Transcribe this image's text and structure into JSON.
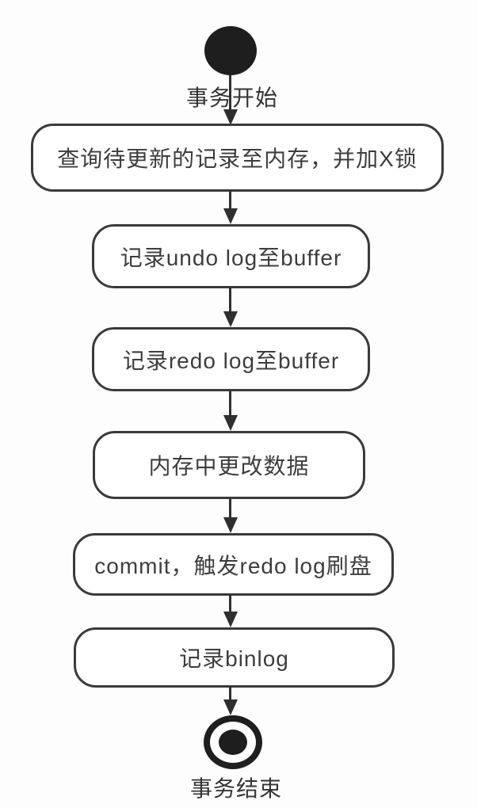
{
  "diagram": {
    "start": {
      "label": "事务开始"
    },
    "end": {
      "label": "事务结束"
    },
    "nodes": [
      {
        "label": "查询待更新的记录至内存，并加X锁"
      },
      {
        "label": "记录undo log至buffer"
      },
      {
        "label": "记录redo log至buffer"
      },
      {
        "label": "内存中更改数据"
      },
      {
        "label": "commit，触发redo log刷盘"
      },
      {
        "label": "记录binlog"
      }
    ],
    "colors": {
      "stroke": "#3a3a3a",
      "node_fill": "#ffffff",
      "terminal_fill": "#1e1e1e",
      "text": "#3d3d3d",
      "background": "#fdfdfd"
    }
  }
}
